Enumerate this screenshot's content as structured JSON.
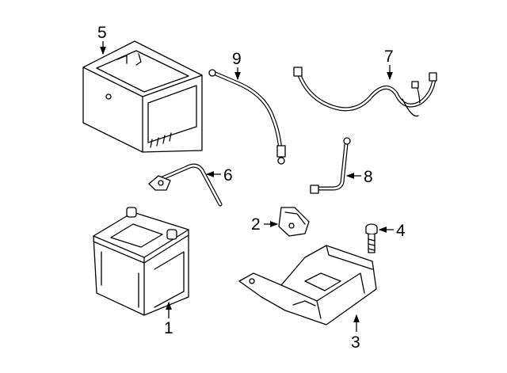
{
  "diagram": {
    "callouts": [
      {
        "id": "1",
        "part": "battery"
      },
      {
        "id": "2",
        "part": "hold-down-bracket"
      },
      {
        "id": "3",
        "part": "battery-tray"
      },
      {
        "id": "4",
        "part": "bolt"
      },
      {
        "id": "5",
        "part": "battery-box"
      },
      {
        "id": "6",
        "part": "negative-cable"
      },
      {
        "id": "7",
        "part": "wire-harness"
      },
      {
        "id": "8",
        "part": "ground-cable"
      },
      {
        "id": "9",
        "part": "positive-cable"
      }
    ]
  }
}
